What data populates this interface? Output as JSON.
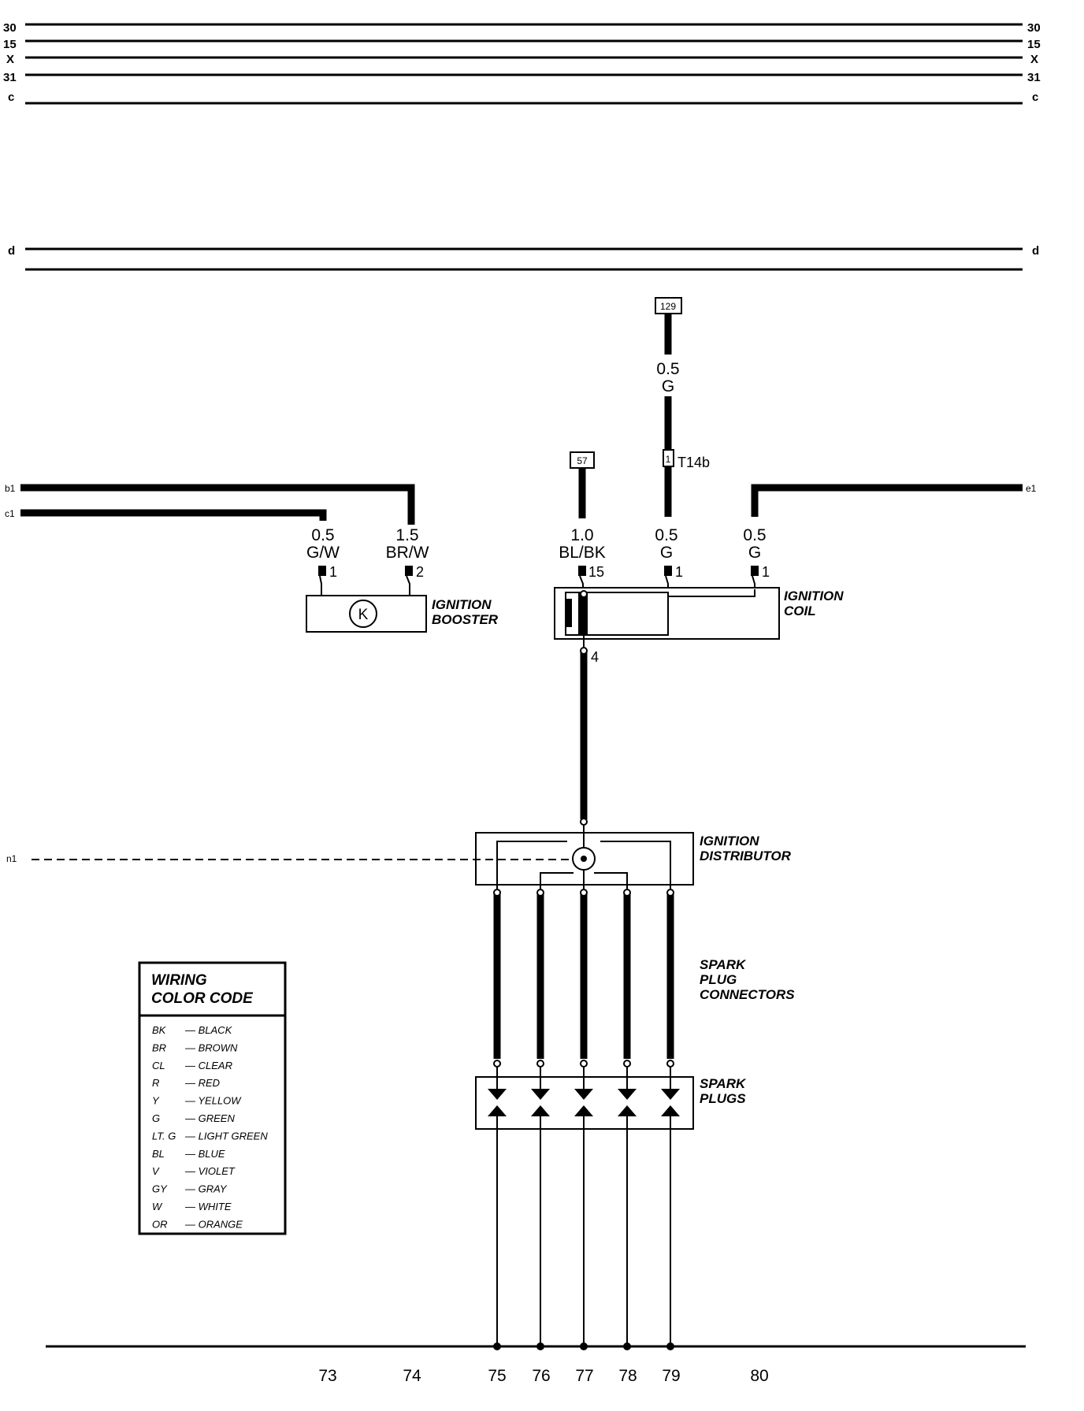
{
  "bus_rails": {
    "r30": "30",
    "r15": "15",
    "rX": "X",
    "r31": "31",
    "rc": "c",
    "rd": "d"
  },
  "edge_refs": {
    "b1": "b1",
    "c1": "c1",
    "e1": "e1",
    "n1": "n1"
  },
  "refs": {
    "r129": "129",
    "r57": "57"
  },
  "wires": {
    "w129": {
      "size": "0.5",
      "color": "G"
    },
    "connector_label": "T14b",
    "connector_pin": "1",
    "booster_in1": {
      "size": "0.5",
      "color": "G/W"
    },
    "booster_in2": {
      "size": "1.5",
      "color": "BR/W"
    },
    "coil_in15": {
      "size": "1.0",
      "color": "BL/BK"
    },
    "coil_in1a": {
      "size": "0.5",
      "color": "G"
    },
    "coil_in1b": {
      "size": "0.5",
      "color": "G"
    }
  },
  "pins": {
    "booster_1": "1",
    "booster_2": "2",
    "coil_15": "15",
    "coil_1a": "1",
    "coil_1b": "1",
    "coil_4": "4"
  },
  "components": {
    "booster_line1": "IGNITION",
    "booster_line2": "BOOSTER",
    "coil_line1": "IGNITION",
    "coil_line2": "COIL",
    "distributor_line1": "IGNITION",
    "distributor_line2": "DISTRIBUTOR",
    "connectors_line1": "SPARK",
    "connectors_line2": "PLUG",
    "connectors_line3": "CONNECTORS",
    "plugs_line1": "SPARK",
    "plugs_line2": "PLUGS",
    "booster_symbol": "K"
  },
  "legend": {
    "title_line1": "WIRING",
    "title_line2": "COLOR CODE",
    "items": [
      {
        "code": "BK",
        "name": "— BLACK"
      },
      {
        "code": "BR",
        "name": "— BROWN"
      },
      {
        "code": "CL",
        "name": "— CLEAR"
      },
      {
        "code": "R",
        "name": "— RED"
      },
      {
        "code": "Y",
        "name": "— YELLOW"
      },
      {
        "code": "G",
        "name": "— GREEN"
      },
      {
        "code": "LT. G",
        "name": "— LIGHT GREEN"
      },
      {
        "code": "BL",
        "name": "— BLUE"
      },
      {
        "code": "V",
        "name": "— VIOLET"
      },
      {
        "code": "GY",
        "name": "— GRAY"
      },
      {
        "code": "W",
        "name": "— WHITE"
      },
      {
        "code": "OR",
        "name": "— ORANGE"
      }
    ]
  },
  "grid_numbers": [
    "73",
    "74",
    "75",
    "76",
    "77",
    "78",
    "79",
    "80"
  ]
}
